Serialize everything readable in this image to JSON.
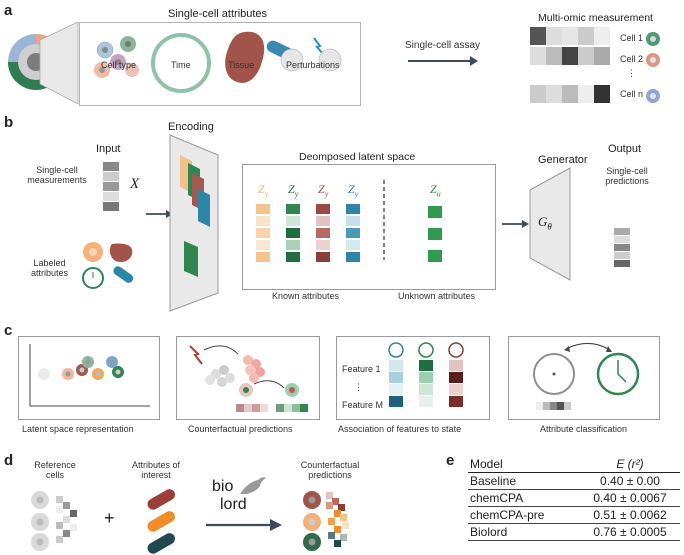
{
  "panels": {
    "a": "a",
    "b": "b",
    "c": "c",
    "d": "d",
    "e": "e"
  },
  "a": {
    "title": "Single-cell attributes",
    "attributes": {
      "cell_type": "Cell type",
      "time": "Time",
      "tissue": "Tissue",
      "perturbations": "Perturbations"
    },
    "assay": "Single-cell assay",
    "measurement_title": "Multi-omic measurement",
    "cells": [
      "Cell 1",
      "Cell 2",
      "⋮",
      "Cell n"
    ]
  },
  "b": {
    "input": "Input",
    "encoding": "Encoding",
    "sc_measurements": "Single-cell measurements",
    "x_symbol": "X",
    "labeled_attributes": "Labeled attributes",
    "latent_title": "Deomposed latent space",
    "z_labels": [
      "Z",
      "Z",
      "Z",
      "Z"
    ],
    "z_sub": "y",
    "zu_label": "Z",
    "zu_sub": "u",
    "known": "Known attributes",
    "unknown": "Unknown attributes",
    "generator": "Generator",
    "g_label": "G",
    "g_sub": "θ",
    "output": "Output",
    "sc_predictions": "Single-cell predictions"
  },
  "c": {
    "captions": [
      "Latent space representation",
      "Counterfactual predictions",
      "Association of features to state",
      "Attribute classification"
    ],
    "features": [
      "Feature 1",
      "⋮",
      "Feature M"
    ]
  },
  "d": {
    "reference": "Reference cells",
    "plus": "+",
    "attributes": "Attributes of interest",
    "logo_top": "bio",
    "logo_bottom": "lord",
    "counterfactual": "Counterfactual predictions"
  },
  "e": {
    "header": [
      "Model",
      "E (r²)"
    ],
    "rows": [
      [
        "Baseline",
        "0.40 ± 0.00"
      ],
      [
        "chemCPA",
        "0.40 ± 0.0067"
      ],
      [
        "chemCPA-pre",
        "0.51 ± 0.0062"
      ],
      [
        "Biolord",
        "0.76 ± 0.0005"
      ]
    ]
  },
  "colors": {
    "green": "#1f7a45",
    "teal": "#2d86a8",
    "orange": "#f2a65a",
    "brown": "#9b4a43",
    "tissue": "#a3544a",
    "box_border": "#9a9a9a",
    "arrow": "#3b4a5c"
  }
}
